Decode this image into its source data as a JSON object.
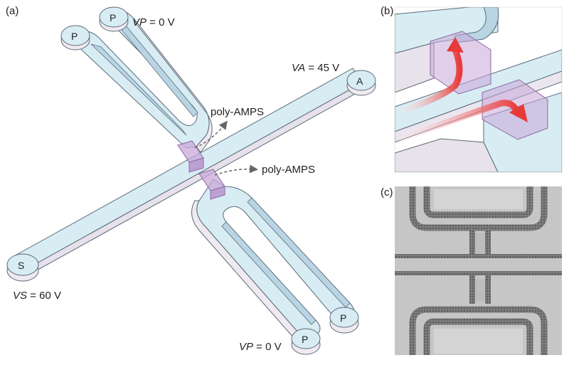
{
  "panels": {
    "a": {
      "tag": "(a)"
    },
    "b": {
      "tag": "(b)"
    },
    "c": {
      "tag": "(c)"
    }
  },
  "reservoirs": {
    "p_top1": "P",
    "p_top2": "P",
    "a": "A",
    "s": "S",
    "p_bot1": "P",
    "p_bot2": "P"
  },
  "voltages": {
    "vp_top": {
      "var": "VP",
      "rest": " = 0 V"
    },
    "va": {
      "var": "VA",
      "rest": " = 45 V"
    },
    "vs": {
      "var": "VS",
      "rest": " = 60 V"
    },
    "vp_bot": {
      "var": "VP",
      "rest": " = 0 V"
    }
  },
  "annotations": {
    "poly1": "poly-AMPS",
    "poly2": "poly-AMPS"
  },
  "colors": {
    "channel_fill": "#d8ecf4",
    "channel_side": "#b9d5e3",
    "channel_base": "#efeaf0",
    "outline": "#5a6a78",
    "membrane": "#c9a8d8",
    "arrow_red": "#e83a3a",
    "micrograph_bg": "#c6c6c6"
  }
}
